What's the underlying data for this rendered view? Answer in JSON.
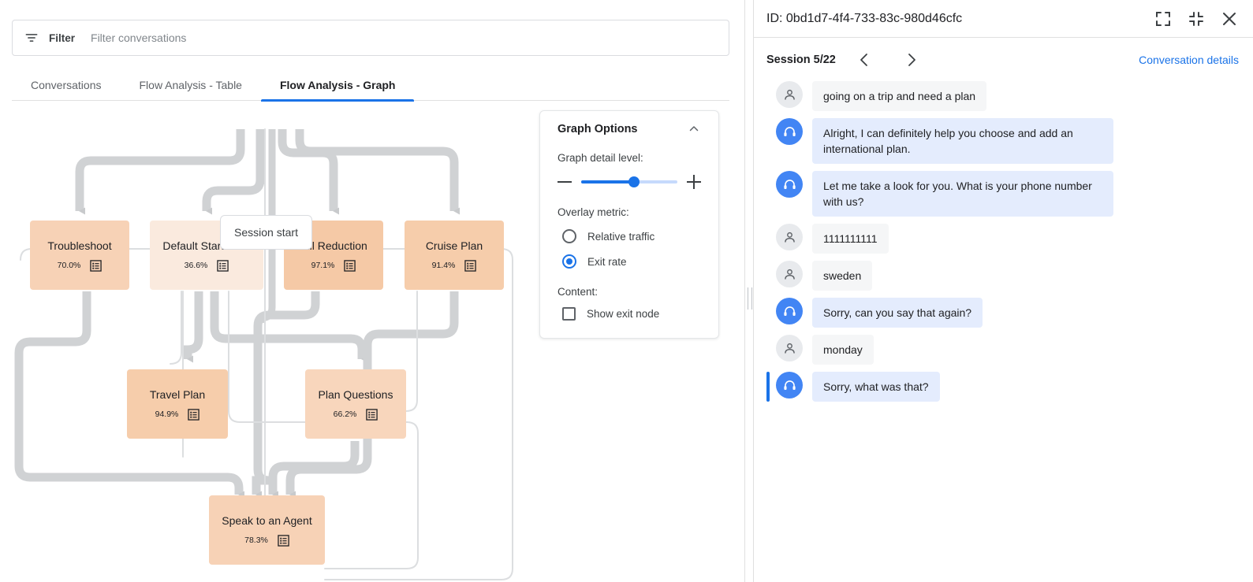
{
  "filter": {
    "label": "Filter",
    "placeholder": "Filter conversations",
    "value": "",
    "icon": "filter-icon"
  },
  "tabs": [
    {
      "label": "Conversations",
      "active": false
    },
    {
      "label": "Flow Analysis - Table",
      "active": false
    },
    {
      "label": "Flow Analysis - Graph",
      "active": true
    }
  ],
  "graph": {
    "start_node_label": "Session start",
    "nodes": [
      {
        "id": "troubleshoot",
        "label": "Troubleshoot",
        "metric": "70.0%",
        "color": "#f7d2b6",
        "icon": "node-list-icon"
      },
      {
        "id": "default_start",
        "label": "Default Start Flow",
        "metric": "36.6%",
        "color": "#faeade",
        "icon": "node-list-icon"
      },
      {
        "id": "bill_reduction",
        "label": "Bill Reduction",
        "metric": "97.1%",
        "color": "#f5c9a6",
        "icon": "node-list-icon"
      },
      {
        "id": "cruise_plan",
        "label": "Cruise Plan",
        "metric": "91.4%",
        "color": "#f6cdab",
        "icon": "node-list-icon"
      },
      {
        "id": "travel_plan",
        "label": "Travel Plan",
        "metric": "94.9%",
        "color": "#f6cdab",
        "icon": "node-list-icon"
      },
      {
        "id": "plan_questions",
        "label": "Plan Questions",
        "metric": "66.2%",
        "color": "#f8d6bc",
        "icon": "node-list-icon"
      },
      {
        "id": "speak_agent",
        "label": "Speak to an Agent",
        "metric": "78.3%",
        "color": "#f7d2b6",
        "icon": "node-list-icon"
      }
    ]
  },
  "graph_options": {
    "title": "Graph Options",
    "collapse_icon": "chevron-up-icon",
    "detail_level_label": "Graph detail level:",
    "detail_level_value": 55,
    "decrease_icon": "minus-icon",
    "increase_icon": "plus-icon",
    "overlay_metric_label": "Overlay metric:",
    "overlay_options": [
      {
        "label": "Relative traffic",
        "selected": false
      },
      {
        "label": "Exit rate",
        "selected": true
      }
    ],
    "content_label": "Content:",
    "content_options": [
      {
        "label": "Show exit node",
        "checked": false
      }
    ]
  },
  "conversation": {
    "id_label": "ID: 0bd1d7-4f4-733-83c-980d46cfc",
    "expand_icon": "fullscreen-icon",
    "collapse_icon": "fullscreen-exit-icon",
    "close_icon": "close-icon",
    "session_label": "Session 5/22",
    "prev_icon": "chevron-left-icon",
    "next_icon": "chevron-right-icon",
    "details_link": "Conversation details",
    "messages": [
      {
        "speaker": "user",
        "text": "going on a trip and need a plan",
        "highlighted": false
      },
      {
        "speaker": "bot",
        "text": "Alright, I can definitely help you choose and add an international plan.",
        "highlighted": false
      },
      {
        "speaker": "bot",
        "text": "Let me take a look for you. What is your phone number with us?",
        "highlighted": false
      },
      {
        "speaker": "user",
        "text": "1111111111",
        "highlighted": false
      },
      {
        "speaker": "user",
        "text": "sweden",
        "highlighted": false
      },
      {
        "speaker": "bot",
        "text": "Sorry, can you say that again?",
        "highlighted": false
      },
      {
        "speaker": "user",
        "text": "monday",
        "highlighted": false
      },
      {
        "speaker": "bot",
        "text": "Sorry, what was that?",
        "highlighted": true
      }
    ]
  },
  "colors": {
    "accent": "#1a73e8",
    "edge": "#d0d2d4",
    "thin_edge": "#dcdee0"
  }
}
